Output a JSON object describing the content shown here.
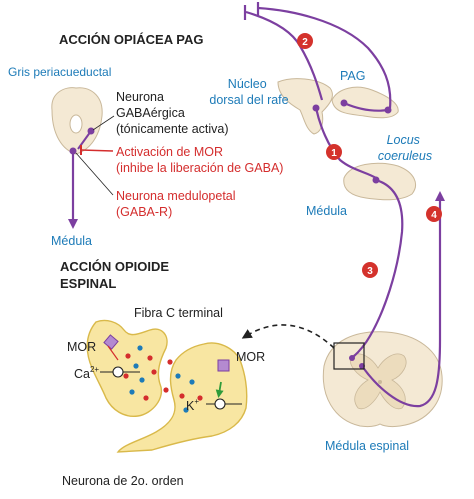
{
  "top_left": {
    "heading": "ACCIÓN OPIÁCEA PAG",
    "region": "Gris periacueductal",
    "neuron_gaba": [
      "Neurona",
      "GABAérgica",
      "(tónicamente activa)"
    ],
    "mor_activation": [
      "Activación de MOR",
      "(inhibe la liberación de GABA)"
    ],
    "medullopetal": [
      "Neurona medulopetal",
      "(GABA-R)"
    ],
    "medulla": "Médula"
  },
  "right": {
    "nucleus_raphe": [
      "Núcleo",
      "dorsal del rafe"
    ],
    "pag": "PAG",
    "locus": [
      "Locus",
      "coeruleus"
    ],
    "medulla": "Médula",
    "spinal_cord": "Médula espinal",
    "badges": [
      "2",
      "1",
      "3",
      "4"
    ]
  },
  "bottom_left": {
    "heading": [
      "ACCIÓN OPIOIDE",
      "ESPINAL"
    ],
    "fiber": "Fibra C terminal",
    "mor_left": "MOR",
    "mor_right": "MOR",
    "ca": "Ca",
    "ca_sup": "2+",
    "k": "K",
    "k_sup": "+",
    "second_order": "Neurona de 2o. orden"
  },
  "colors": {
    "purple": "#7c3fa0",
    "red": "#d42d2d",
    "blue": "#1d7bb8",
    "tissue": "#f4e9d4",
    "synapse": "#f8e6a2",
    "dark": "#222222"
  }
}
